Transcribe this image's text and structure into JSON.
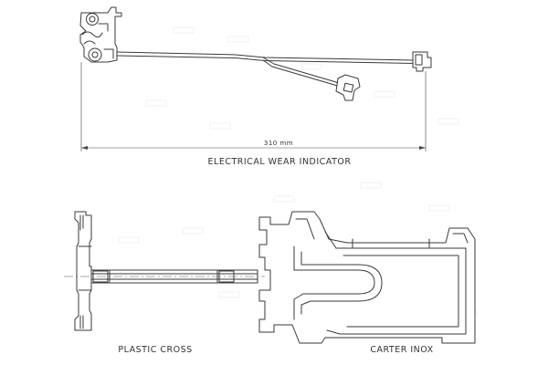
{
  "drawing": {
    "top_caption": "ELECTRICAL WEAR INDICATOR",
    "dimension_label": "310 mm",
    "bottom_left_caption": "PLASTIC CROSS",
    "bottom_right_caption": "CARTER INOX"
  },
  "colors": {
    "line": "#3a3a3a",
    "watermark": "#d9d9d9",
    "background": "#ffffff"
  }
}
